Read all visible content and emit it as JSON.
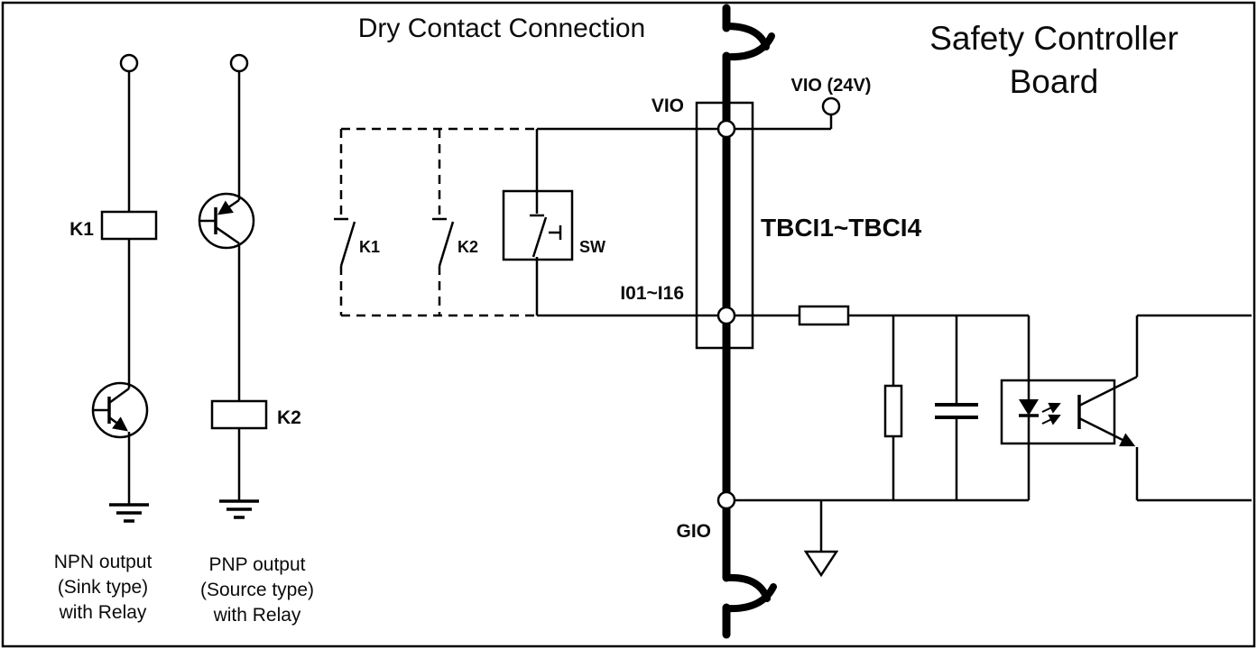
{
  "diagram": {
    "titles": {
      "dry_contact": "Dry Contact Connection",
      "board_line1": "Safety Controller",
      "board_line2": "Board"
    },
    "left": {
      "npn": {
        "relay_label": "K1",
        "caption1": "NPN output",
        "caption2": "(Sink type)",
        "caption3": "with Relay"
      },
      "pnp": {
        "relay_label": "K2",
        "caption1": "PNP output",
        "caption2": "(Source type)",
        "caption3": "with Relay"
      }
    },
    "contacts": {
      "k1": "K1",
      "k2": "K2",
      "sw": "SW"
    },
    "terminals": {
      "vio": "VIO",
      "vio_24v": "VIO (24V)",
      "io": "I01~I16",
      "gio": "GIO",
      "tbci": "TBCI1~TBCI4"
    },
    "colors": {
      "line": "#000000",
      "background": "#ffffff"
    }
  }
}
